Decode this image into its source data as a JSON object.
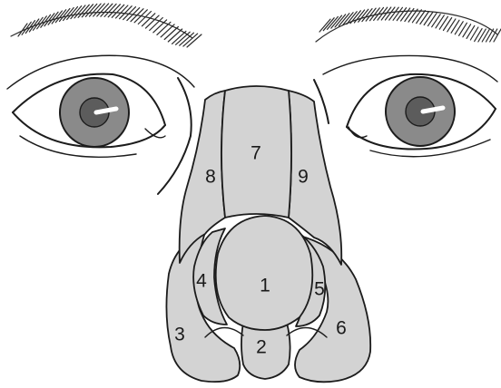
{
  "labels": {
    "r1": "1",
    "r2": "2",
    "r3": "3",
    "r4": "4",
    "r5": "5",
    "r6": "6",
    "r7": "7",
    "r8": "8",
    "r9": "9"
  },
  "colors": {
    "region_fill": "#d3d3d3",
    "iris": "#8a8a8a",
    "pupil": "#5c5c5c",
    "ink": "#1c1c1c"
  }
}
